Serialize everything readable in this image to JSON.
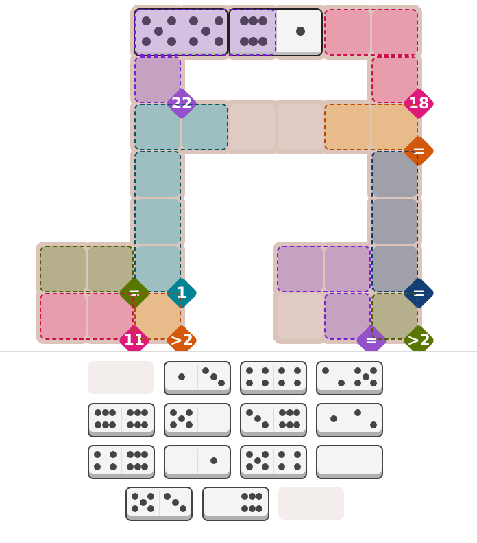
{
  "game": "pips-domino-puzzle",
  "board": {
    "regions": [
      {
        "id": "purple-top",
        "label": "22",
        "fill": "#c6a2c2",
        "border": "#7b1fd6",
        "badge": "#9551c9"
      },
      {
        "id": "pink-top",
        "label": "18",
        "fill": "#e89dac",
        "border": "#cf0f4d",
        "badge": "#df197c"
      },
      {
        "id": "teal",
        "label": "1",
        "fill": "#9dbfc1",
        "border": "#0b5560",
        "badge": "#028393"
      },
      {
        "id": "orange-top",
        "label": "=",
        "fill": "#e8bb8b",
        "border": "#b54a08",
        "badge": "#d3580b"
      },
      {
        "id": "navy",
        "label": "=",
        "fill": "#a0a0ab",
        "border": "#153d70",
        "badge": "#143f76"
      },
      {
        "id": "olive-left",
        "label": "=",
        "fill": "#b5b08b",
        "border": "#4d5f00",
        "badge": "#587600"
      },
      {
        "id": "pink-bottom",
        "label": "11",
        "fill": "#e89dac",
        "border": "#cf0f4d",
        "badge": "#df197c"
      },
      {
        "id": "orange-bottom",
        "label": ">2",
        "fill": "#e8bb8b",
        "border": "#b54a08",
        "badge": "#d3580b"
      },
      {
        "id": "purple-bottom",
        "label": "=",
        "fill": "#c6a2c2",
        "border": "#7b1fd6",
        "badge": "#9551c9"
      },
      {
        "id": "olive-bottom",
        "label": ">2",
        "fill": "#b5b08b",
        "border": "#4d5f00",
        "badge": "#587600"
      }
    ],
    "placed_dominoes": [
      {
        "pips": [
          5,
          5
        ],
        "tint": "#d4c1e1"
      },
      {
        "pips": [
          6,
          1
        ],
        "tint": "#d4c1e1"
      }
    ]
  },
  "tray": {
    "rows": [
      [
        null,
        [
          1,
          3
        ],
        [
          4,
          4
        ],
        [
          2,
          5
        ]
      ],
      [
        [
          6,
          6
        ],
        [
          5,
          0
        ],
        [
          3,
          6
        ],
        [
          1,
          2
        ]
      ],
      [
        [
          4,
          6
        ],
        [
          0,
          1
        ],
        [
          5,
          4
        ],
        [
          0,
          0
        ]
      ],
      [
        [
          5,
          3
        ],
        [
          0,
          6
        ],
        null
      ]
    ]
  }
}
